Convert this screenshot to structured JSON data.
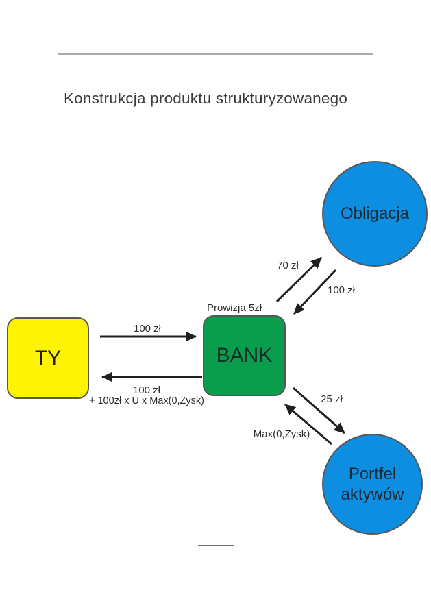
{
  "title": "Konstrukcja produktu strukturyzowanego",
  "nodes": {
    "ty": {
      "label": "TY"
    },
    "bank": {
      "label": "BANK",
      "annotation": "Prowizja 5zł"
    },
    "obligacja": {
      "label": "Obligacja"
    },
    "portfel": {
      "label": "Portfel aktywów"
    }
  },
  "flows": {
    "ty_to_bank": {
      "label": "100 zł"
    },
    "bank_to_ty": {
      "label": "100 zł",
      "label2": "+ 100zł x U x Max(0,Zysk)"
    },
    "bank_to_obligacja": {
      "label": "70 zł"
    },
    "obligacja_to_bank": {
      "label": "100 zł"
    },
    "bank_to_portfel": {
      "label": "25 zł"
    },
    "portfel_to_bank": {
      "label": "Max(0,Zysk)"
    }
  },
  "colors": {
    "ty_fill": "#fdf303",
    "bank_fill": "#0a9d4b",
    "circle_fill": "#0d8ee0",
    "arrow": "#231f20",
    "divider_top": "#aaaaac",
    "divider_bottom": "#6a6a6c"
  }
}
